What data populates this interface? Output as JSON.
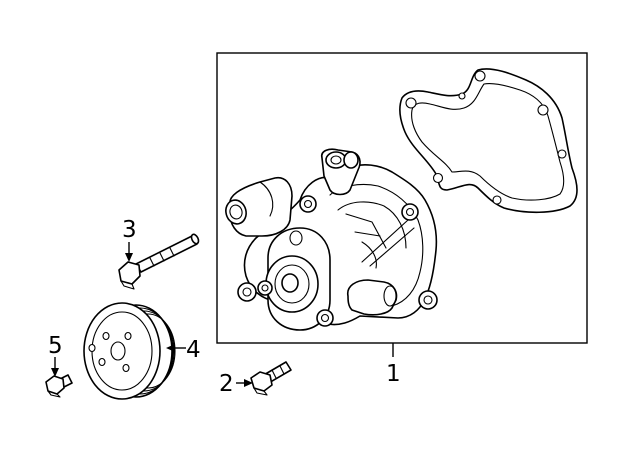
{
  "diagram": {
    "callouts": [
      {
        "id": "water-pump-assembly",
        "label": "1"
      },
      {
        "id": "bolt-short",
        "label": "2"
      },
      {
        "id": "bolt-long",
        "label": "3"
      },
      {
        "id": "pulley",
        "label": "4"
      },
      {
        "id": "pulley-bolt",
        "label": "5"
      }
    ]
  }
}
